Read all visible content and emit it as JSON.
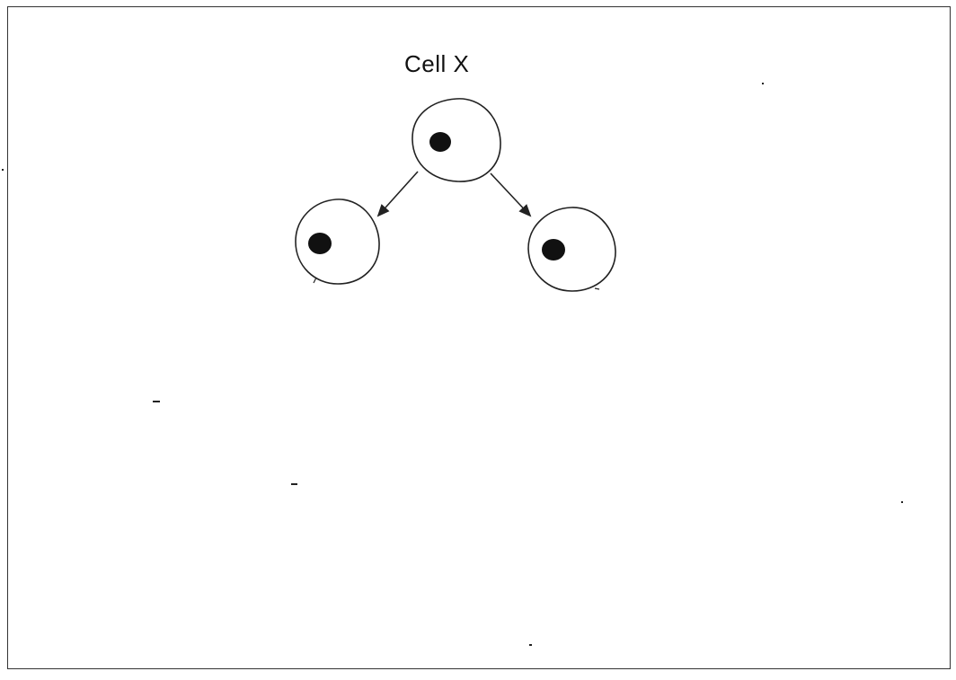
{
  "diagram": {
    "title": "Cell X",
    "parent_cell": {
      "name": "parent-cell"
    },
    "daughter_cells": [
      {
        "name": "daughter-cell-left"
      },
      {
        "name": "daughter-cell-right"
      }
    ],
    "colors": {
      "stroke": "#222222",
      "nucleus": "#111111",
      "frame": "#333333",
      "background": "#ffffff"
    }
  }
}
